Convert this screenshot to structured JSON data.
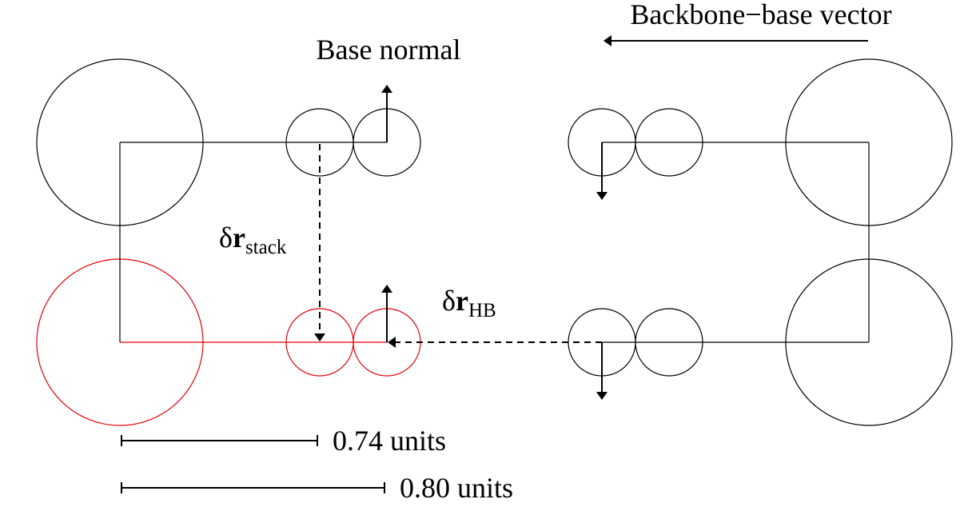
{
  "labels": {
    "base_normal": "Base normal",
    "backbone_base_vector": "Backbone−base vector",
    "delta_r_stack_symbol": "δ",
    "delta_r_stack_r": "r",
    "delta_r_stack_sub": "stack",
    "delta_r_hb_symbol": "δ",
    "delta_r_hb_r": "r",
    "delta_r_hb_sub": "HB",
    "scale_short": "0.74 units",
    "scale_long": "0.80 units"
  },
  "colors": {
    "default_stroke": "#000000",
    "highlight_stroke": "#e8000b",
    "background": "#ffffff"
  }
}
